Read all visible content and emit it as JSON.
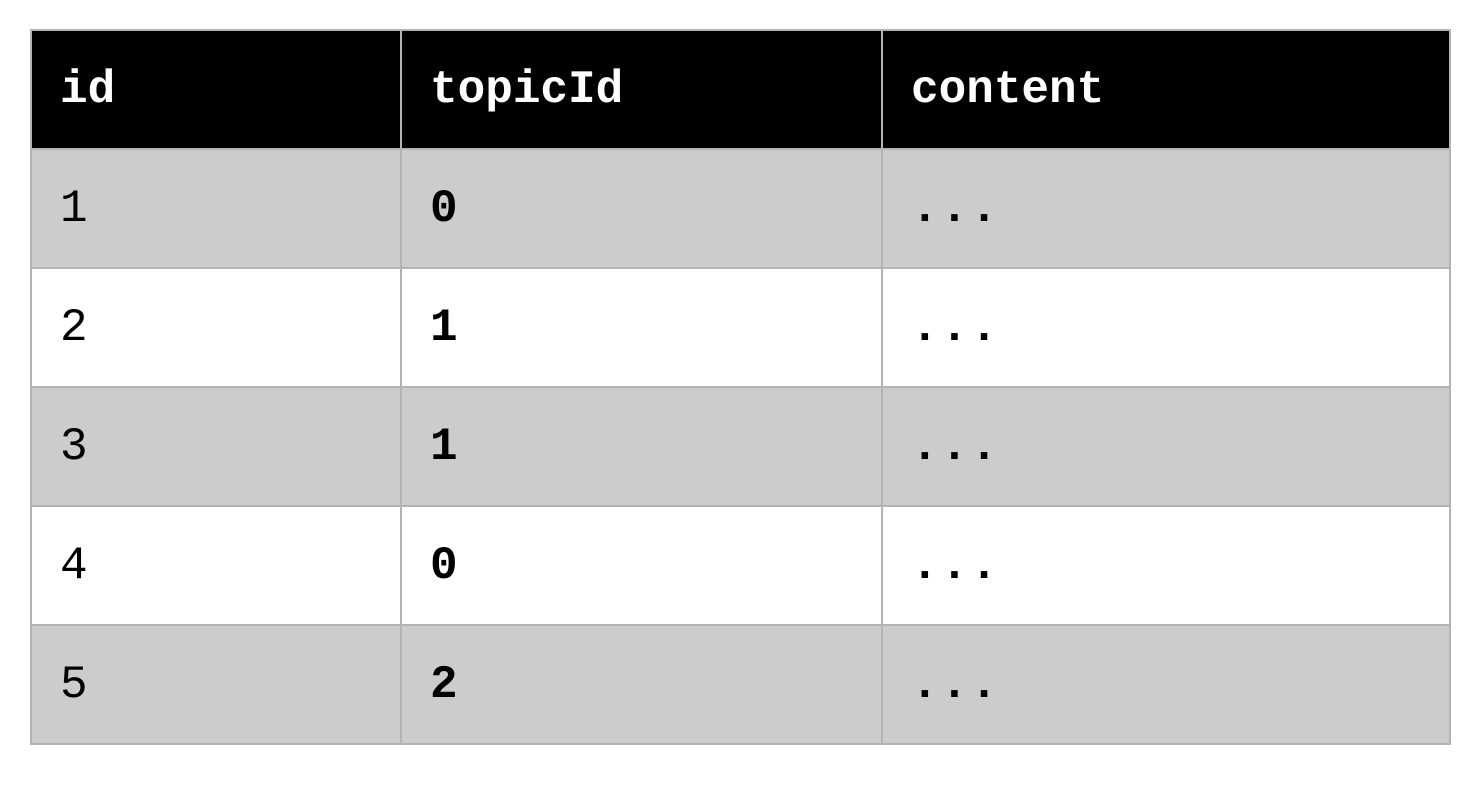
{
  "table": {
    "headers": [
      "id",
      "topicId",
      "content"
    ],
    "rows": [
      [
        "1",
        "0",
        "..."
      ],
      [
        "2",
        "1",
        "..."
      ],
      [
        "3",
        "1",
        "..."
      ],
      [
        "4",
        "0",
        "..."
      ],
      [
        "5",
        "2",
        "..."
      ]
    ]
  },
  "colors": {
    "header_bg": "#000000",
    "header_text": "#ffffff",
    "odd_row_bg": "#cccccc",
    "even_row_bg": "#ffffff",
    "border": "#b3b3b3"
  }
}
